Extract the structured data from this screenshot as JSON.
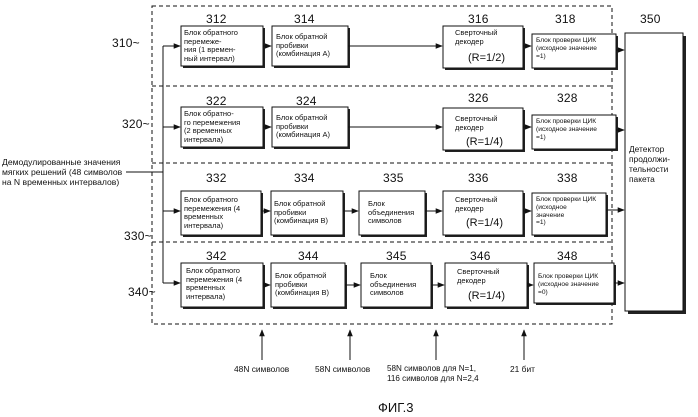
{
  "figure_label": "ФИГ.3",
  "input_label": "Демодулированные значения\nмягких решений (48 символов\nна N временных интервалов)",
  "detector": {
    "ref": "350",
    "label": "Детектор\nпродолжи-\nтельности\nпакета"
  },
  "rows": [
    {
      "ref": "310~",
      "blocks": [
        {
          "ref": "312",
          "label": "Блок обратного\nперемеже-\nния (1 времен-\nный интервал)"
        },
        {
          "ref": "314",
          "label": "Блок обратной\nпробивки\n(комбинация А)"
        },
        {
          "ref": "316",
          "label": "Сверточный\nдекодер",
          "rate": "(R=1/2)"
        },
        {
          "ref": "318",
          "label": "Блок проверки ЦИК\n(исходное значение\n=1)"
        }
      ]
    },
    {
      "ref": "320~",
      "blocks": [
        {
          "ref": "322",
          "label": "Блок обратно-\nго перемежения\n(2 временных\nинтервала)"
        },
        {
          "ref": "324",
          "label": "Блок обратной\nпробивки\n(комбинация А)"
        },
        {
          "ref": "326",
          "label": "Сверточный\nдекодер",
          "rate": "(R=1/4)"
        },
        {
          "ref": "328",
          "label": "Блок проверки ЦИК\n(исходное значение\n=1)"
        }
      ]
    },
    {
      "ref": "330~",
      "blocks": [
        {
          "ref": "332",
          "label": "Блок обратного\nперемежения (4\nвременных\nинтервала)"
        },
        {
          "ref": "334",
          "label": "Блок обратной\nпробивки\n(комбинация В)"
        },
        {
          "ref": "335",
          "label": "Блок\nобъединения\nсимволов"
        },
        {
          "ref": "336",
          "label": "Сверточный\nдекодер",
          "rate": "(R=1/4)"
        },
        {
          "ref": "338",
          "label": "Блок проверки ЦИК\n(исходное\nзначение\n=1)"
        }
      ]
    },
    {
      "ref": "340~",
      "blocks": [
        {
          "ref": "342",
          "label": "Блок обратного\nперемежения (4\nвременных\nинтервала)"
        },
        {
          "ref": "344",
          "label": "Блок обратной\nпробивки\n(комбинация В)"
        },
        {
          "ref": "345",
          "label": "Блок\nобъединения\nсимволов"
        },
        {
          "ref": "346",
          "label": "Сверточный\nдекодер",
          "rate": "(R=1/4)"
        },
        {
          "ref": "348",
          "label": "Блок проверки ЦИК\n(исходное значение\n=0)"
        }
      ]
    }
  ],
  "bottom_labels": [
    "48N символов",
    "58N символов",
    "58N символов для N=1,\n116  символов  для  N=2,4",
    "21 бит"
  ]
}
